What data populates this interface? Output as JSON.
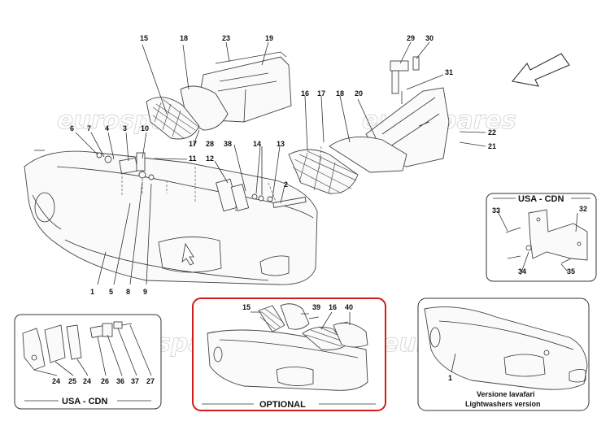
{
  "watermark": {
    "text": "eurospares"
  },
  "main_diagram": {
    "callouts": [
      "15",
      "18",
      "23",
      "19",
      "29",
      "30",
      "31",
      "16",
      "17",
      "18",
      "20",
      "6",
      "7",
      "4",
      "3",
      "10",
      "17",
      "11",
      "12",
      "28",
      "38",
      "14",
      "13",
      "2",
      "22",
      "21",
      "1",
      "5",
      "8",
      "9"
    ]
  },
  "usa_cdn_right": {
    "title": "USA - CDN",
    "callouts": [
      "33",
      "32",
      "34",
      "35"
    ]
  },
  "usa_cdn_left": {
    "title": "USA - CDN",
    "callouts": [
      "24",
      "25",
      "24",
      "26",
      "36",
      "37",
      "27"
    ]
  },
  "optional_box": {
    "title": "OPTIONAL",
    "border_color": "#d41c1c",
    "callouts": [
      "15",
      "39",
      "16",
      "40"
    ]
  },
  "lightwasher_box": {
    "title_it": "Versione lavafari",
    "title_en": "Lightwashers version",
    "callouts": [
      "1"
    ]
  }
}
